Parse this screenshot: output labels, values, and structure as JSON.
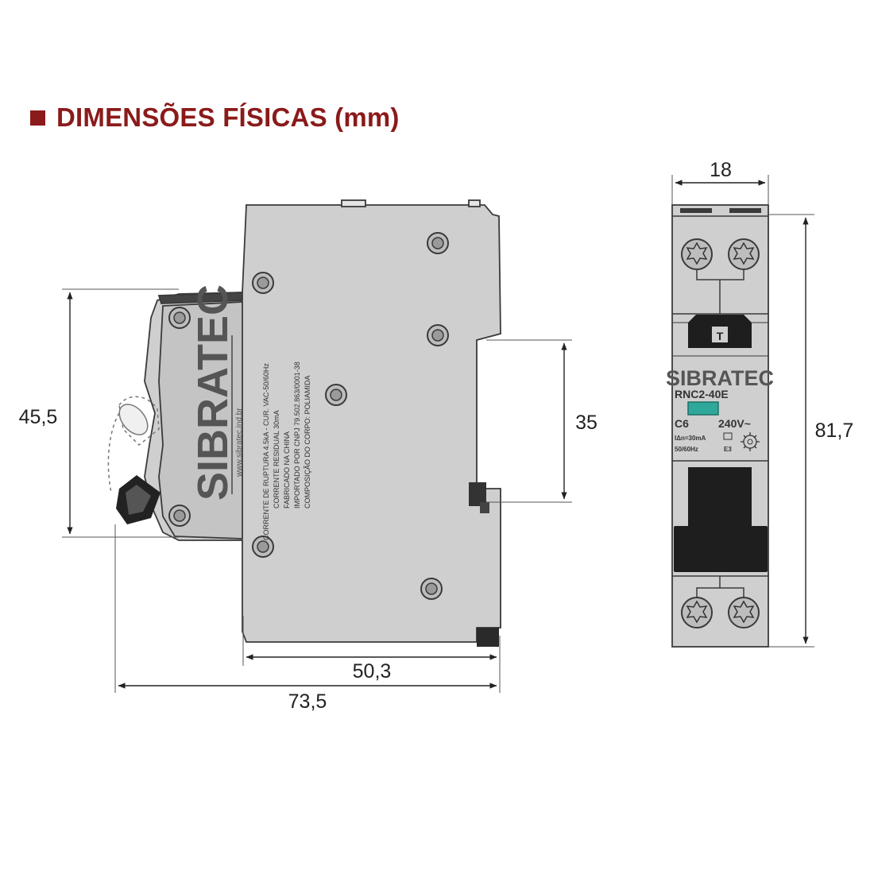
{
  "title": "DIMENSÕES FÍSICAS (mm)",
  "colors": {
    "title": "#8b1a1a",
    "body": "#cfcfcf",
    "outline": "#3a3a3a",
    "dark": "#1e1e1e",
    "teal": "#2ea89a"
  },
  "side_view": {
    "brand": "SIBRATEC",
    "website": "www.sibratec.ind.br",
    "specs": [
      "CORRENTE DE RUPTURA 4.5kA - CUR. VAC-50/60Hz",
      "CORRENTE RESIDUAL 30mA",
      "FABRICADO NA CHINA",
      "IMPORTADO POR CNPJ 79.502.863/0001-38",
      "COMPOSIÇÃO DO CORPO: POLIAMIDA"
    ]
  },
  "front_view": {
    "brand": "SIBRATEC",
    "model": "RNC2-40E",
    "curve": "C6",
    "voltage": "240V~",
    "residual": "IΔn=30mA",
    "frequency": "50/60Hz",
    "class": "E3"
  },
  "dimensions": {
    "height_left": "45,5",
    "rail": "35",
    "depth_body": "50,3",
    "depth_total": "73,5",
    "width_front": "18",
    "height_front": "81,7"
  },
  "icons": {
    "title_bullet": "square-bullet-icon",
    "screw": "screw-terminal-icon",
    "test": "test-button-icon"
  }
}
